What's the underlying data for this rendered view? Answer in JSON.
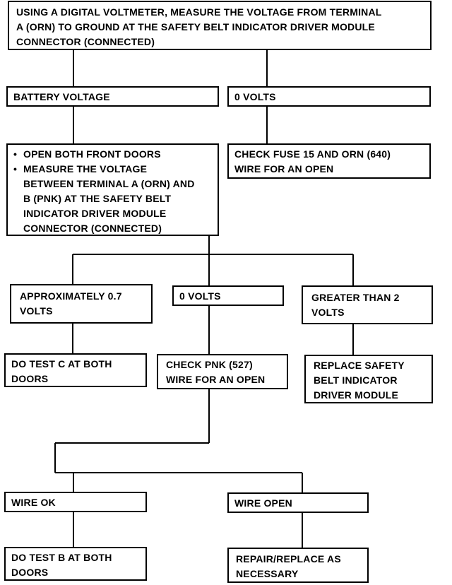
{
  "flowchart": {
    "start": {
      "lines": [
        "USING A DIGITAL VOLTMETER, MEASURE THE VOLTAGE FROM TERMINAL",
        "A (ORN) TO GROUND AT THE SAFETY BELT INDICATOR DRIVER MODULE",
        "CONNECTOR (CONNECTED)"
      ]
    },
    "battery_voltage": {
      "label": "BATTERY VOLTAGE"
    },
    "zero_volts_1": {
      "label": "0 VOLTS"
    },
    "measure_ab": {
      "bullets": [
        "OPEN BOTH FRONT DOORS",
        "MEASURE THE VOLTAGE"
      ],
      "continued_lines": [
        "BETWEEN TERMINAL A (ORN) AND",
        "B (PNK) AT THE SAFETY BELT",
        "INDICATOR DRIVER MODULE",
        "CONNECTOR (CONNECTED)"
      ]
    },
    "check_fuse": {
      "lines": [
        "CHECK FUSE 15 AND ORN (640)",
        "WIRE FOR AN OPEN"
      ]
    },
    "approx_07": {
      "lines": [
        "APPROXIMATELY 0.7",
        "VOLTS"
      ]
    },
    "zero_volts_2": {
      "label": "0 VOLTS"
    },
    "greater_than_2": {
      "lines": [
        "GREATER THAN 2",
        "VOLTS"
      ]
    },
    "do_test_c": {
      "lines": [
        "DO TEST C AT BOTH",
        "DOORS"
      ]
    },
    "check_pnk": {
      "lines": [
        "CHECK PNK (527)",
        "WIRE FOR AN OPEN"
      ]
    },
    "replace_module": {
      "lines": [
        "REPLACE SAFETY",
        "BELT INDICATOR",
        "DRIVER MODULE"
      ]
    },
    "wire_ok": {
      "label": "WIRE OK"
    },
    "wire_open": {
      "label": "WIRE OPEN"
    },
    "do_test_b": {
      "lines": [
        "DO TEST B AT BOTH",
        "DOORS"
      ]
    },
    "repair_replace": {
      "lines": [
        "REPAIR/REPLACE AS",
        "NECESSARY"
      ]
    }
  }
}
